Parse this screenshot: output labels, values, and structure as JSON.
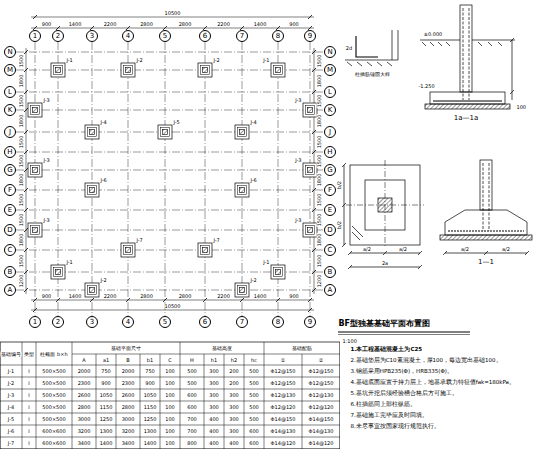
{
  "diagram": {
    "title": "BF型独基基础平面布置图",
    "nodes": [
      {
        "text": [
          "1"
        ]
      },
      {
        "text": [
          "2"
        ]
      },
      {
        "text": [
          "3"
        ]
      },
      {
        "text": [
          "4"
        ]
      },
      {
        "text": [
          "5"
        ]
      },
      {
        "text": [
          "6"
        ]
      },
      {
        "text": [
          "7"
        ]
      },
      {
        "text": [
          "8"
        ]
      },
      {
        "text": [
          "9"
        ]
      },
      {
        "text": [
          "1"
        ]
      },
      {
        "text": [
          "2"
        ]
      },
      {
        "text": [
          "3"
        ]
      },
      {
        "text": [
          "4"
        ]
      },
      {
        "text": [
          "5"
        ]
      },
      {
        "text": [
          "6"
        ]
      },
      {
        "text": [
          "7"
        ]
      },
      {
        "text": [
          "8"
        ]
      },
      {
        "text": [
          "9"
        ]
      },
      {
        "text": [
          "N"
        ]
      },
      {
        "text": [
          "M"
        ]
      },
      {
        "text": [
          "L"
        ]
      },
      {
        "text": [
          "K"
        ]
      },
      {
        "text": [
          "J"
        ]
      },
      {
        "text": [
          "H"
        ]
      },
      {
        "text": [
          "G"
        ]
      },
      {
        "text": [
          "F"
        ]
      },
      {
        "text": [
          "E"
        ]
      },
      {
        "text": [
          "D"
        ]
      },
      {
        "text": [
          "C"
        ]
      },
      {
        "text": [
          "B"
        ]
      },
      {
        "text": [
          "A"
        ]
      },
      {
        "text": [
          "N"
        ]
      },
      {
        "text": [
          "M"
        ]
      },
      {
        "text": [
          "L"
        ]
      },
      {
        "text": [
          "K"
        ]
      },
      {
        "text": [
          "J"
        ]
      },
      {
        "text": [
          "H"
        ]
      },
      {
        "text": [
          "G"
        ]
      },
      {
        "text": [
          "F"
        ]
      },
      {
        "text": [
          "E"
        ]
      },
      {
        "text": [
          "D"
        ]
      },
      {
        "text": [
          "C"
        ]
      },
      {
        "text": [
          "B"
        ]
      },
      {
        "text": [
          "A"
        ]
      }
    ],
    "labels": [
      "10500",
      "900",
      "1400",
      "2200",
      "2800",
      "2800",
      "2200",
      "1400",
      "900",
      "900",
      "1400",
      "2200",
      "2800",
      "2800",
      "2200",
      "1400",
      "900",
      "10500",
      "1500",
      "1800",
      "1500",
      "1800",
      "1500",
      "1500",
      "1800",
      "1500",
      "1500",
      "1800",
      "1500",
      "1200",
      "1500",
      "1800",
      "1500",
      "1800",
      "1500",
      "1500",
      "1800",
      "1500",
      "1500",
      "1800",
      "1500",
      "1200",
      "J-1",
      "J-2",
      "J-2",
      "J-1",
      "J-3",
      "J-3",
      "J-4",
      "J-5",
      "J-4",
      "J-3",
      "J-3",
      "J-6",
      "J-6",
      "J-3",
      "J-3",
      "J-7",
      "J-7",
      "J-1",
      "J-1",
      "J-2",
      "J-2",
      "柱插筋锚固大样",
      "2d",
      "±0.000",
      "-1.250",
      "100",
      "1a—1a",
      "b/2",
      "b/2",
      "a/2",
      "a/2",
      "2a",
      "a/2",
      "a/2",
      "1—1",
      "1:100",
      "基础编号",
      "类型",
      "柱截面 b×h",
      "基础平面尺寸",
      "基础高度",
      "基础配筋",
      "A",
      "a1",
      "B",
      "b1",
      "C",
      "H",
      "h1",
      "h2",
      "hc",
      "①",
      "②",
      "J-1",
      "I",
      "500×500",
      "2000",
      "750",
      "2000",
      "750",
      "100",
      "500",
      "300",
      "200",
      "500",
      "Φ12@150",
      "Φ12@150",
      "J-2",
      "I",
      "500×500",
      "2300",
      "900",
      "2300",
      "900",
      "100",
      "500",
      "300",
      "200",
      "500",
      "Φ12@150",
      "Φ12@150",
      "J-3",
      "I",
      "500×500",
      "2600",
      "1050",
      "2600",
      "1050",
      "100",
      "600",
      "300",
      "300",
      "500",
      "Φ12@130",
      "Φ12@130",
      "J-4",
      "I",
      "500×500",
      "2800",
      "1150",
      "2800",
      "1150",
      "100",
      "600",
      "300",
      "300",
      "500",
      "Φ12@120",
      "Φ12@120",
      "J-5",
      "I",
      "500×500",
      "3000",
      "1250",
      "3000",
      "1250",
      "100",
      "700",
      "400",
      "300",
      "500",
      "Φ14@150",
      "Φ14@150",
      "J-6",
      "I",
      "600×600",
      "3200",
      "1300",
      "3200",
      "1300",
      "100",
      "700",
      "400",
      "300",
      "600",
      "Φ14@130",
      "Φ14@130",
      "J-7",
      "I",
      "600×600",
      "3400",
      "1400",
      "3400",
      "1400",
      "100",
      "800",
      "400",
      "400",
      "600",
      "Φ14@120",
      "Φ14@120",
      "1.本工程基础混凝土为C25",
      "2.基础垫层为C10素混凝土，厚100，每边宽出基础100。",
      "3.钢筋采用HPB235(Φ)，HRB335(Φ)。",
      "4.基础底面应置于持力层上，地基承载力特征值fak=180kPa。",
      "5.基坑开挖后须经验槽合格后方可施工。",
      "6.柱插筋同上部柱纵筋。",
      "7.基础施工完毕应及时回填。",
      "8.未尽事宜按国家现行规范执行。"
    ]
  }
}
